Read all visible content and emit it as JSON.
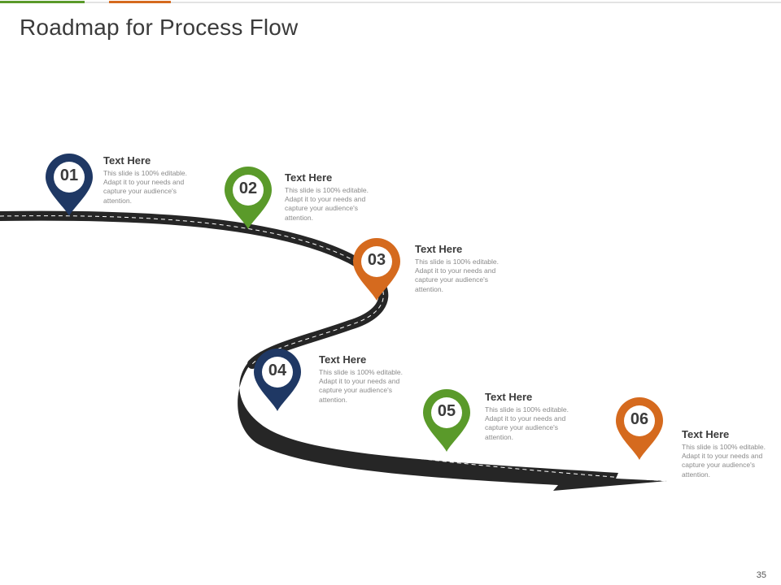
{
  "title": "Roadmap for Process Flow",
  "page_number": "35",
  "colors": {
    "navy": "#1f3864",
    "green": "#5a9a2a",
    "orange": "#d56a1e",
    "road": "#262626"
  },
  "steps": [
    {
      "number": "01",
      "heading": "Text Here",
      "description": "This slide is 100% editable. Adapt it to your needs and capture your audience's attention.",
      "color": "#1f3864"
    },
    {
      "number": "02",
      "heading": "Text Here",
      "description": "This slide is 100% editable. Adapt it to your needs and capture your audience's attention.",
      "color": "#5a9a2a"
    },
    {
      "number": "03",
      "heading": "Text Here",
      "description": "This slide is 100% editable. Adapt it to your needs and capture your audience's attention.",
      "color": "#d56a1e"
    },
    {
      "number": "04",
      "heading": "Text Here",
      "description": "This slide is 100% editable. Adapt it to your needs and capture your audience's attention.",
      "color": "#1f3864"
    },
    {
      "number": "05",
      "heading": "Text Here",
      "description": "This slide is 100% editable. Adapt it to your needs and capture your audience's attention.",
      "color": "#5a9a2a"
    },
    {
      "number": "06",
      "heading": "Text Here",
      "description": "This slide is 100% editable. Adapt it to your needs and capture your audience's attention.",
      "color": "#d56a1e"
    }
  ]
}
